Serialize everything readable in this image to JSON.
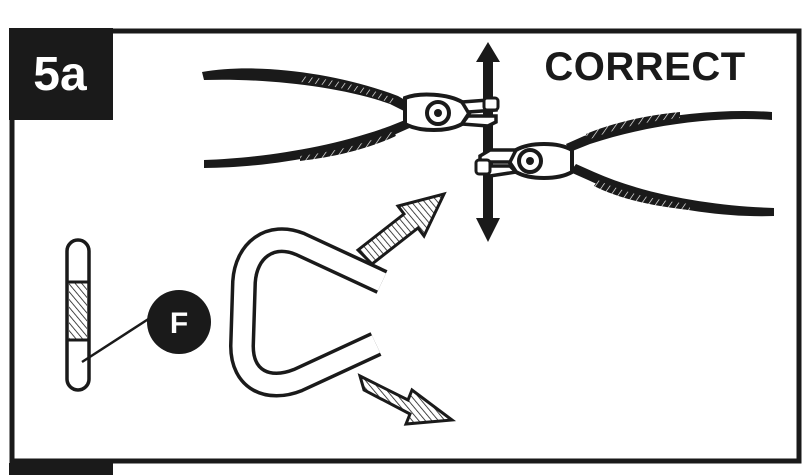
{
  "step_label": "5a",
  "status_label": "CORRECT",
  "part_callout": "F",
  "colors": {
    "ink": "#1a1a1a",
    "paper": "#ffffff",
    "grip_hatch": "#444444"
  },
  "icons": {
    "pliers": "circlip-pliers-icon",
    "ring": "open-retaining-ring-icon",
    "pin": "hatched-pin-icon",
    "arrows": "spread-direction-arrows"
  }
}
